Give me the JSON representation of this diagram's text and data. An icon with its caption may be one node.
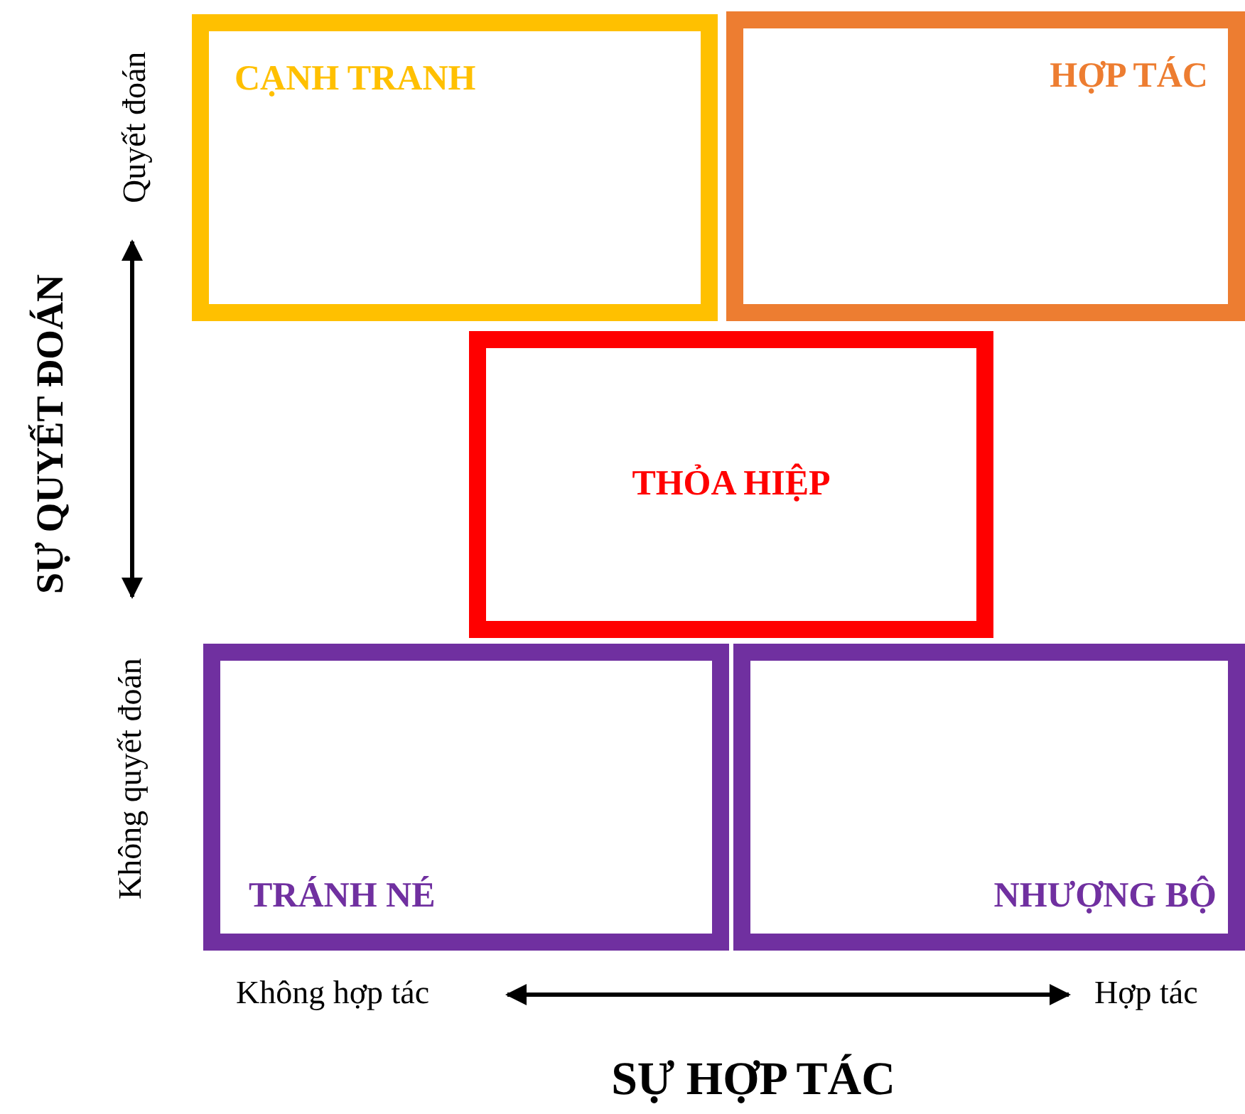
{
  "diagram": {
    "nodes": [
      {
        "text": [
          "CẠNH TRANH"
        ]
      },
      {
        "text": [
          "HỢP TÁC"
        ]
      },
      {
        "text": [
          "THỎA HIỆP"
        ]
      },
      {
        "text": [
          "TRÁNH NÉ"
        ]
      },
      {
        "text": [
          "NHƯỢNG BỘ"
        ]
      }
    ],
    "edges": [],
    "labels": [
      "SỰ QUYẾT ĐOÁN",
      "Quyết đoán",
      "Không quyết đoán",
      "Không hợp tác",
      "Hợp tác",
      "SỰ HỢP TÁC"
    ]
  }
}
